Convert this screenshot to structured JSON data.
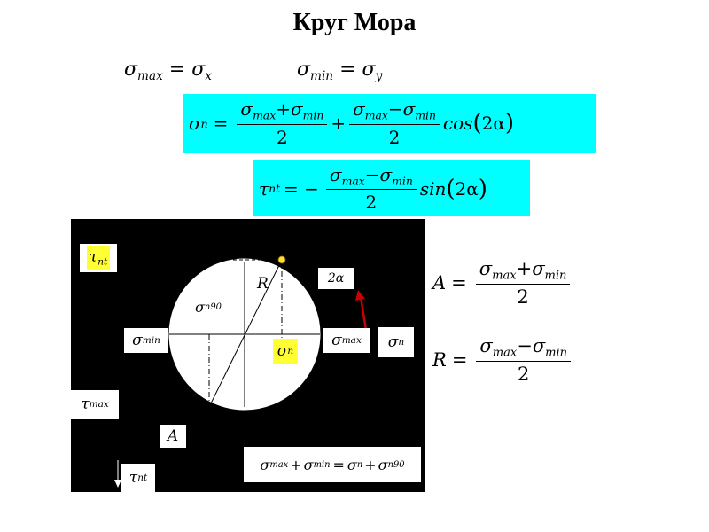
{
  "title": "Круг Мора",
  "symbols": {
    "sigma": "σ",
    "tau": "τ",
    "alpha": "α",
    "max": "max",
    "min": "min",
    "x": "x",
    "y": "y",
    "n": "n",
    "nt": "nt",
    "ninety": "90",
    "A": "A",
    "R": "R",
    "two": "2",
    "cos": "cos",
    "sin": "sin",
    "plus": "+",
    "minus": "−",
    "eq": "=",
    "eq_neg": "= −",
    "lp": "(",
    "rp": ")",
    "two_alpha": "2α"
  },
  "colors": {
    "highlight_cyan": "#00ffff",
    "highlight_yellow": "#ffff33",
    "arrow_red": "#cc0000",
    "point_yellow": "#ffdd33"
  }
}
